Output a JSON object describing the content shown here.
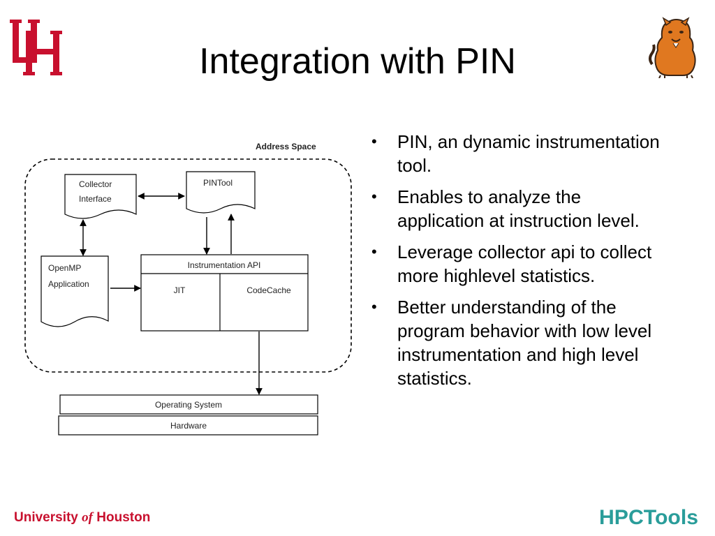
{
  "slide": {
    "title": "Integration with PIN",
    "bullets": [
      "PIN, an dynamic instrumentation tool.",
      "Enables to analyze the application at instruction level.",
      "Leverage collector api to collect more highlevel statistics.",
      "Better understanding of the program behavior with low level instrumentation and high level statistics."
    ]
  },
  "diagram": {
    "address_space_label": "Address Space",
    "collector_line1": "Collector",
    "collector_line2": "Interface",
    "pintool": "PINTool",
    "openmp_line1": "OpenMP",
    "openmp_line2": "Application",
    "instrumentation_api": "Instrumentation API",
    "jit": "JIT",
    "codecache": "CodeCache",
    "operating_system": "Operating System",
    "hardware": "Hardware"
  },
  "footer": {
    "university": "University",
    "of": "of",
    "houston": "Houston",
    "hpctools_logo": "HPCTools"
  },
  "colors": {
    "uh_red": "#c8102e",
    "hpc_teal": "#2a9d9a",
    "cougar_orange": "#e07820"
  }
}
